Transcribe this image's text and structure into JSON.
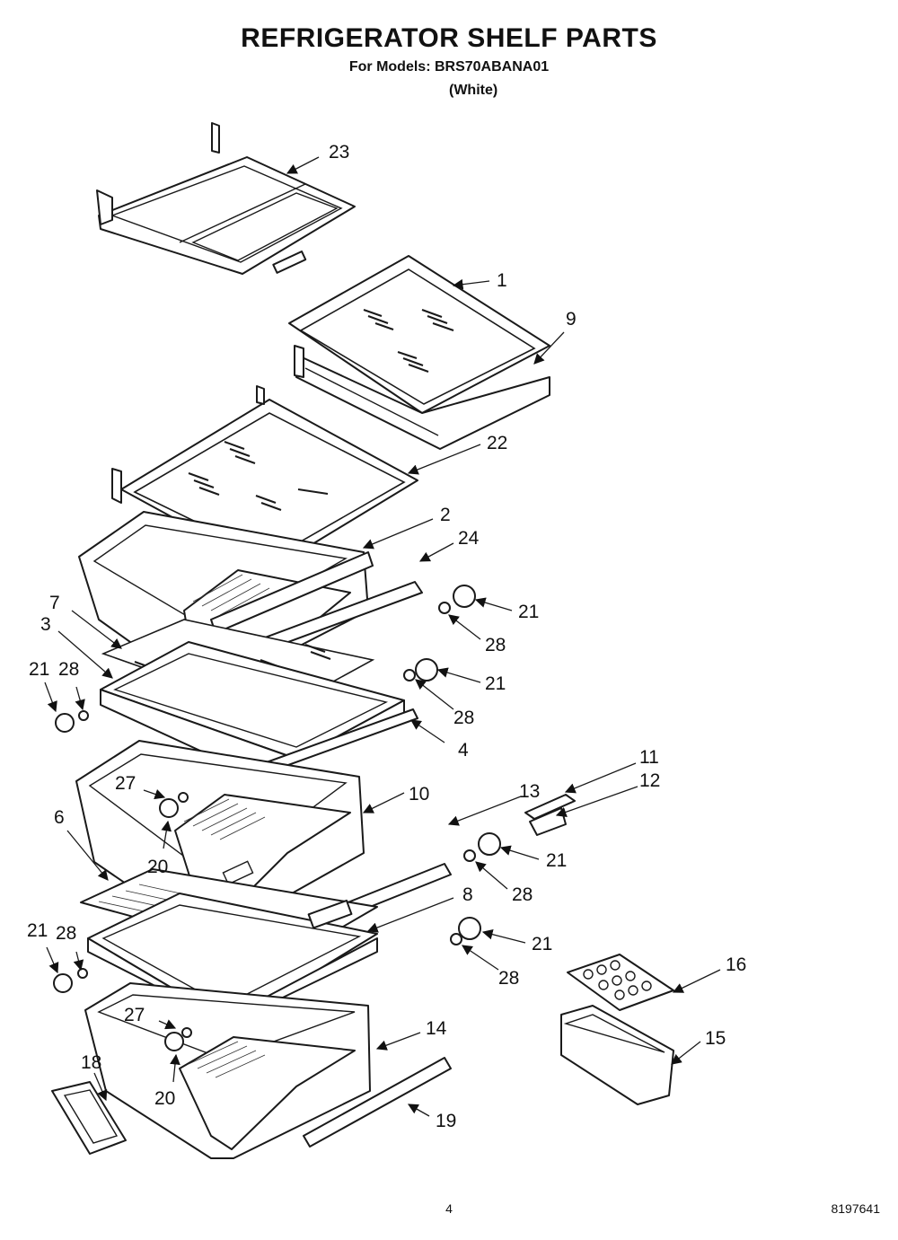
{
  "header": {
    "title": "REFRIGERATOR SHELF PARTS",
    "models_line": "For Models: BRS70ABANA01",
    "color": "(White)"
  },
  "callouts": {
    "p23": "23",
    "p1": "1",
    "p9": "9",
    "p22": "22",
    "p2": "2",
    "p24": "24",
    "p21a": "21",
    "p28a": "28",
    "p7": "7",
    "p3": "3",
    "p21b": "21",
    "p28b": "28",
    "p21c": "21",
    "p28c": "28",
    "p4": "4",
    "p11": "11",
    "p12": "12",
    "p13": "13",
    "p27a": "27",
    "p10": "10",
    "p6": "6",
    "p20a": "20",
    "p21d": "21",
    "p28d": "28",
    "p8": "8",
    "p21e": "21",
    "p28e": "28",
    "p21f": "21",
    "p28f": "28",
    "p16": "16",
    "p15": "15",
    "p27b": "27",
    "p14": "14",
    "p18": "18",
    "p20b": "20",
    "p19": "19"
  },
  "footer": {
    "page_number": "4",
    "doc_number": "8197641"
  }
}
